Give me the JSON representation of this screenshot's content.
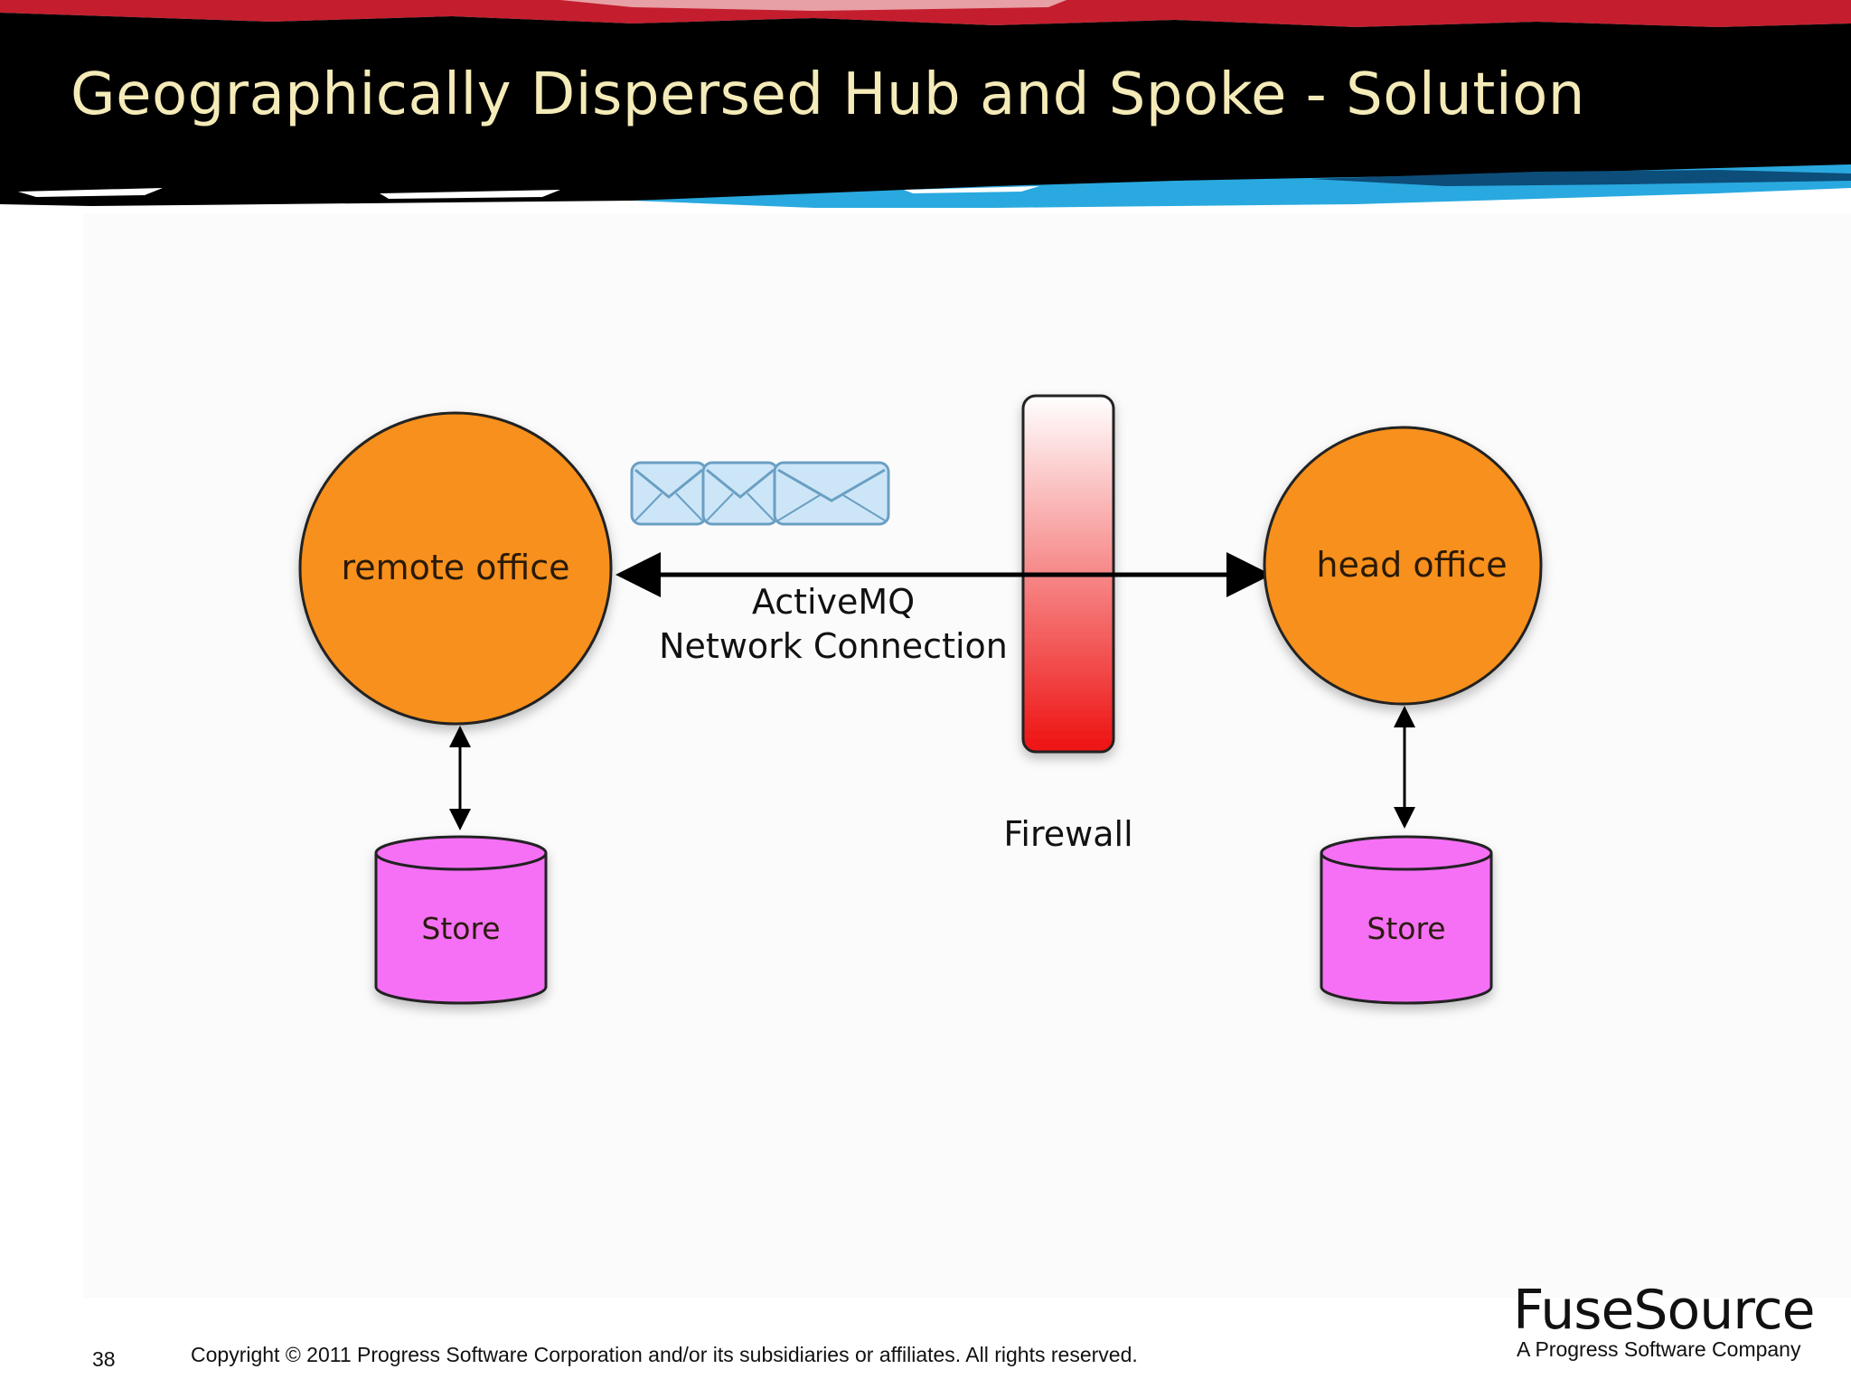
{
  "slide": {
    "title": "Geographically Dispersed Hub and Spoke - Solution",
    "page_number": "38",
    "copyright": "Copyright © 2011 Progress Software Corporation and/or its subsidiaries or affiliates. All rights reserved."
  },
  "brand": {
    "logo_text": "FuseSource",
    "tagline": "A Progress Software Company"
  },
  "diagram": {
    "remote_office": {
      "label": "remote office"
    },
    "head_office": {
      "label": "head office"
    },
    "remote_store": {
      "label": "Store"
    },
    "head_store": {
      "label": "Store"
    },
    "connection": {
      "label_line1": "ActiveMQ",
      "label_line2": "Network Connection"
    },
    "firewall": {
      "label": "Firewall"
    },
    "message_icons": [
      "envelope-icon",
      "envelope-icon",
      "envelope-icon"
    ]
  },
  "colors": {
    "header_bg": "#000000",
    "header_red": "#c41e2e",
    "header_blue": "#29a9df",
    "title_text": "#f4ebb8",
    "office_fill": "#f7901e",
    "store_fill": "#f56ff5",
    "firewall_top": "#ffffff",
    "firewall_bottom": "#ee1111",
    "envelope_fill": "#cde6f7"
  }
}
